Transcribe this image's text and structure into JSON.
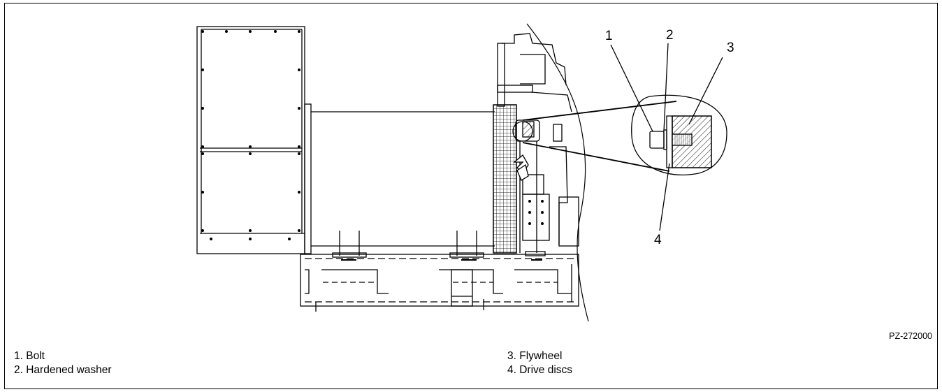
{
  "callouts": [
    "1",
    "2",
    "3",
    "4"
  ],
  "figure_ref": "PZ-272000",
  "legend": {
    "left": [
      "1. Bolt",
      "2. Hardened washer"
    ],
    "right": [
      "3. Flywheel",
      "4. Drive discs"
    ]
  }
}
